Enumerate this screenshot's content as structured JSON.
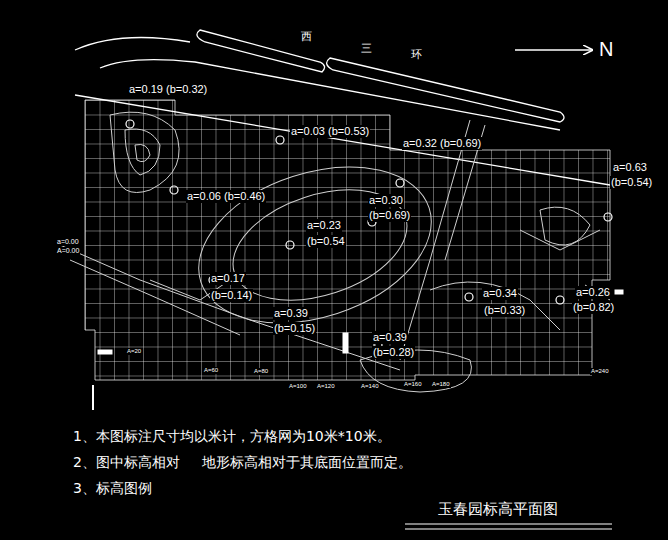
{
  "diagram": {
    "title": "玉春园标高平面图",
    "labels": [
      "西",
      "三",
      "环",
      "N",
      "a=0.19 (b=0.32)",
      "a=0.03 (b=0.53)",
      "a=0.32 (b=0.69)",
      "a=0.63",
      "(b=0.54)",
      "a=0.06 (b=0.46)",
      "a=0.30",
      "(b=0.69)",
      "a=0.23",
      "(b=0.54",
      "a=0.17",
      "(b=0.14)",
      "a=0.34",
      "(b=0.33)",
      "a=0.26",
      "(b=0.82)",
      "a=0.39",
      "(b=0.15)",
      "a=0.39",
      "(b=0.28)",
      "a=0.00",
      "A=0.00",
      "A=20",
      "A=60",
      "A=80",
      "A=100",
      "A=120",
      "A=140",
      "A=160",
      "A=180",
      "A=240",
      "1、本图标注尺寸均以米计，方格网为10米*10米。",
      "2、图中标高相对     地形标高相对于其底面位置而定。",
      "3、标高图例"
    ]
  }
}
